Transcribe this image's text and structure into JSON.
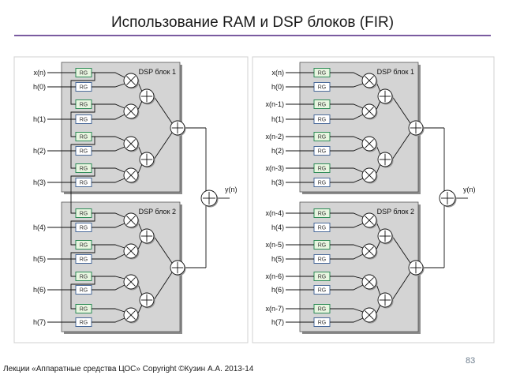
{
  "slide": {
    "title": "Использование RAM и DSP блоков (FIR)",
    "footer": "Лекции «Аппаратные средства ЦОС» Copyright ©Кузин А.А. 2013-14",
    "page_number": "83"
  },
  "colors": {
    "rule": "#7a5ba0",
    "dsp_fill": "#d4d4d4",
    "rg_fill_input": "#e8f5e0",
    "rg_stroke_input": "#2e8b57",
    "rg_fill": "#ffffff",
    "rg_stroke": "#4a6a9a",
    "panel_stroke": "#d0d0d0"
  },
  "diagram": {
    "rg_label": "RG",
    "output_label": "y(n)",
    "left": {
      "dsp_titles": [
        "DSP блок 1",
        "DSP блок 2"
      ],
      "signal_labels": [
        "x(n)",
        "h(0)",
        "",
        "h(1)",
        "",
        "h(2)",
        "",
        "h(3)",
        "",
        "h(4)",
        "",
        "h(5)",
        "",
        "h(6)",
        "",
        "h(7)"
      ]
    },
    "right": {
      "dsp_titles": [
        "DSP блок 1",
        "DSP блок 2"
      ],
      "signal_labels": [
        "x(n)",
        "h(0)",
        "x(n-1)",
        "h(1)",
        "x(n-2)",
        "h(2)",
        "x(n-3)",
        "h(3)",
        "x(n-4)",
        "h(4)",
        "x(n-5)",
        "h(5)",
        "x(n-6)",
        "h(6)",
        "x(n-7)",
        "h(7)"
      ]
    }
  }
}
